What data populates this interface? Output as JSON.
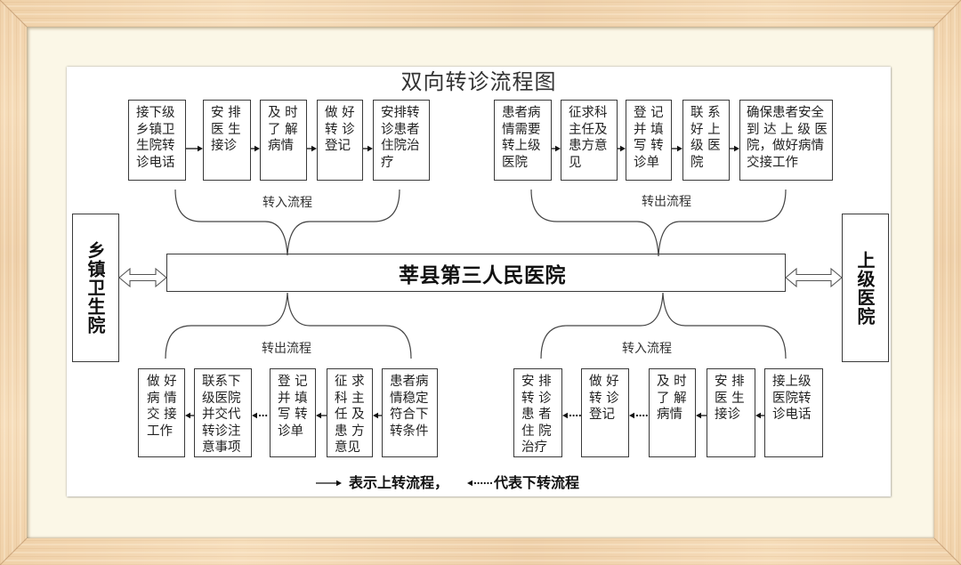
{
  "title": "双向转诊流程图",
  "hospital": "莘县第三人民医院",
  "left_entity": "乡镇卫生院",
  "right_entity": "上级医院",
  "upper_left": {
    "label": "转入流程",
    "flow_direction": "left-to-right",
    "steps": [
      "接下级\n乡镇卫\n生院转\n诊电话",
      "安 排\n医 生\n接诊",
      "及 时\n了 解\n病情",
      "做 好\n转 诊\n登记",
      "安排转\n诊患者\n住院治\n疗"
    ],
    "connectors": [
      "solid",
      "solid",
      "solid",
      "solid"
    ]
  },
  "upper_right": {
    "label": "转出流程",
    "flow_direction": "left-to-right",
    "steps": [
      "患者病\n情需要\n转上级\n医院",
      "征求科\n主任及\n患方意\n见",
      "登 记\n并 填\n写 转\n诊单",
      "联 系\n好 上\n级 医\n院",
      "确保患者安全\n到 达 上 级 医\n院，做好病情\n交接工作"
    ],
    "connectors": [
      "solid",
      "solid",
      "solid",
      "solid"
    ]
  },
  "lower_left": {
    "label": "转出流程",
    "flow_direction": "right-to-left",
    "steps": [
      "做 好\n病 情\n交 接\n工作",
      "联系下\n级医院\n并交代\n转诊注\n意事项",
      "登 记\n并 填\n写 转\n诊单",
      "征 求\n科 主\n任 及\n患 方\n意见",
      "患者病\n情稳定\n符合下\n转条件"
    ],
    "connectors": [
      "solid",
      "dotted",
      "solid",
      "solid"
    ]
  },
  "lower_right": {
    "label": "转入流程",
    "flow_direction": "right-to-left",
    "steps": [
      "安 排\n转 诊\n患 者\n住 院\n治疗",
      "做 好\n转 诊\n登记",
      "及 时\n了 解\n病情",
      "安 排\n医 生\n接诊",
      "接上级\n医院转\n诊电话"
    ],
    "connectors": [
      "dotted",
      "dotted",
      "solid",
      "solid"
    ]
  },
  "legend": {
    "up_style": "solid",
    "up_text": "表示上转流程，",
    "down_style": "dotted",
    "down_text": "代表下转流程"
  }
}
